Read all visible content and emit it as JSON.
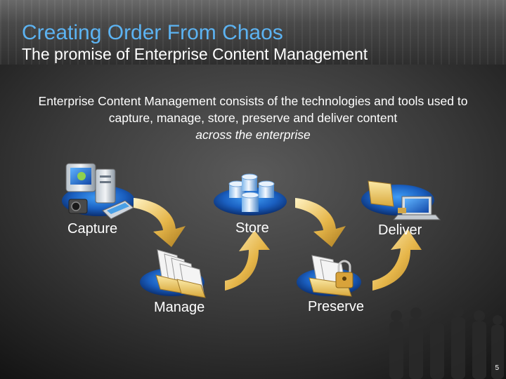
{
  "slide": {
    "title": "Creating Order From Chaos",
    "subtitle": "The promise of Enterprise Content Management",
    "description": {
      "main": "Enterprise Content Management consists of the technologies and tools used to capture, manage, store, preserve and deliver content",
      "emphasis": "across the enterprise"
    },
    "page_number": "5"
  },
  "steps": [
    {
      "label": "Capture",
      "icon": "computer-scanner-camera-icon"
    },
    {
      "label": "Manage",
      "icon": "document-folders-icon"
    },
    {
      "label": "Store",
      "icon": "database-cylinders-icon"
    },
    {
      "label": "Preserve",
      "icon": "locked-folder-icon"
    },
    {
      "label": "Deliver",
      "icon": "folder-laptop-icon"
    }
  ],
  "colors": {
    "title": "#5cb3f2",
    "text": "#ffffff",
    "disc": "#1a5fc0",
    "arrow": "#e6b64a"
  }
}
